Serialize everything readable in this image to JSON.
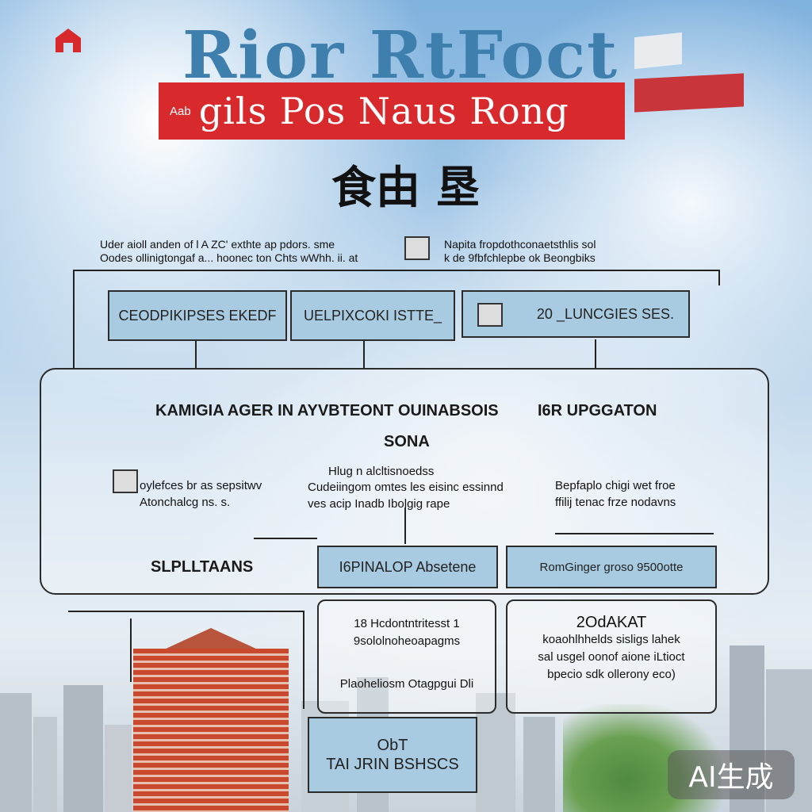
{
  "header": {
    "title": "Rior RtFoct",
    "banner_small": "Aab",
    "banner_text": "gils Pos Naus Rong",
    "chinese": "食由 垦",
    "logo_icon": "red-house-logo-icon"
  },
  "intro": {
    "left_line1": "Uder aioll anden of l A ZC' exthte ap pdors. sme",
    "left_line2": "Oodes ollinigtongaf a... hoonec ton Chts wWhh. ii. at",
    "right_line1": "Napita fropdothconaetsthlis sol",
    "right_line2": "k de 9fbfchlepbe ok Beongbiks"
  },
  "top_boxes": [
    {
      "label": "CEODPIKIPSES EKEDF"
    },
    {
      "label": "UELPIXCOKI ISTTE_"
    },
    {
      "label": "20 _LUNCGIES SES."
    }
  ],
  "panel": {
    "heading_left": "KAMIGIA AGER IN AYVBTEONT OUINABSOIS",
    "heading_right": "I6R UPGGATON",
    "center_label": "SONA",
    "center_top": "Hlug n alcltisnoedss",
    "desc_left_1": "oylefces br as sepsitwv",
    "desc_left_2": "Atonchalcg ns. s.",
    "desc_center_1": "Cudeiingom omtes les eisinc essinnd",
    "desc_center_2": "ves acip Inadb Ibolgig rape",
    "desc_right_1": "Bepfaplo chigi wet froe",
    "desc_right_2": "ffilij tenac frze nodavns",
    "side_label": "SLPLLTAANS"
  },
  "mid_boxes": [
    {
      "label": "I6PINALOP Absetene"
    },
    {
      "label": "RomGinger groso 9500otte"
    }
  ],
  "cards": [
    {
      "line1": "18 Hcdontntritesst 1",
      "line2": "9sololnoheoapagms",
      "line3": "Plaoheliosm Otagpgui Dli"
    },
    {
      "line1": "2OdAKAT",
      "line2": "koaohlhhelds sisligs lahek",
      "line3": "sal usgel oonof aione iLtioct",
      "line4": "bpecio sdk ollerony eco)"
    }
  ],
  "bottom_box": {
    "line1": "ObT",
    "line2": "TAI JRIN BSHSCS"
  },
  "watermark": "AI生成"
}
